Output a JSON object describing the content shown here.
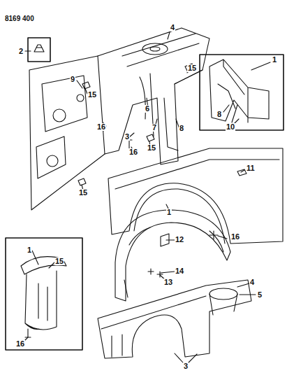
{
  "diagram": {
    "labels": [
      "8169 400",
      "2",
      "4",
      "9",
      "15",
      "15",
      "16",
      "3",
      "6",
      "7",
      "8",
      "15",
      "16",
      "15",
      "1",
      "8",
      "10",
      "11",
      "1",
      "12",
      "16",
      "14",
      "13",
      "4",
      "5",
      "3",
      "1",
      "15",
      "16"
    ]
  }
}
